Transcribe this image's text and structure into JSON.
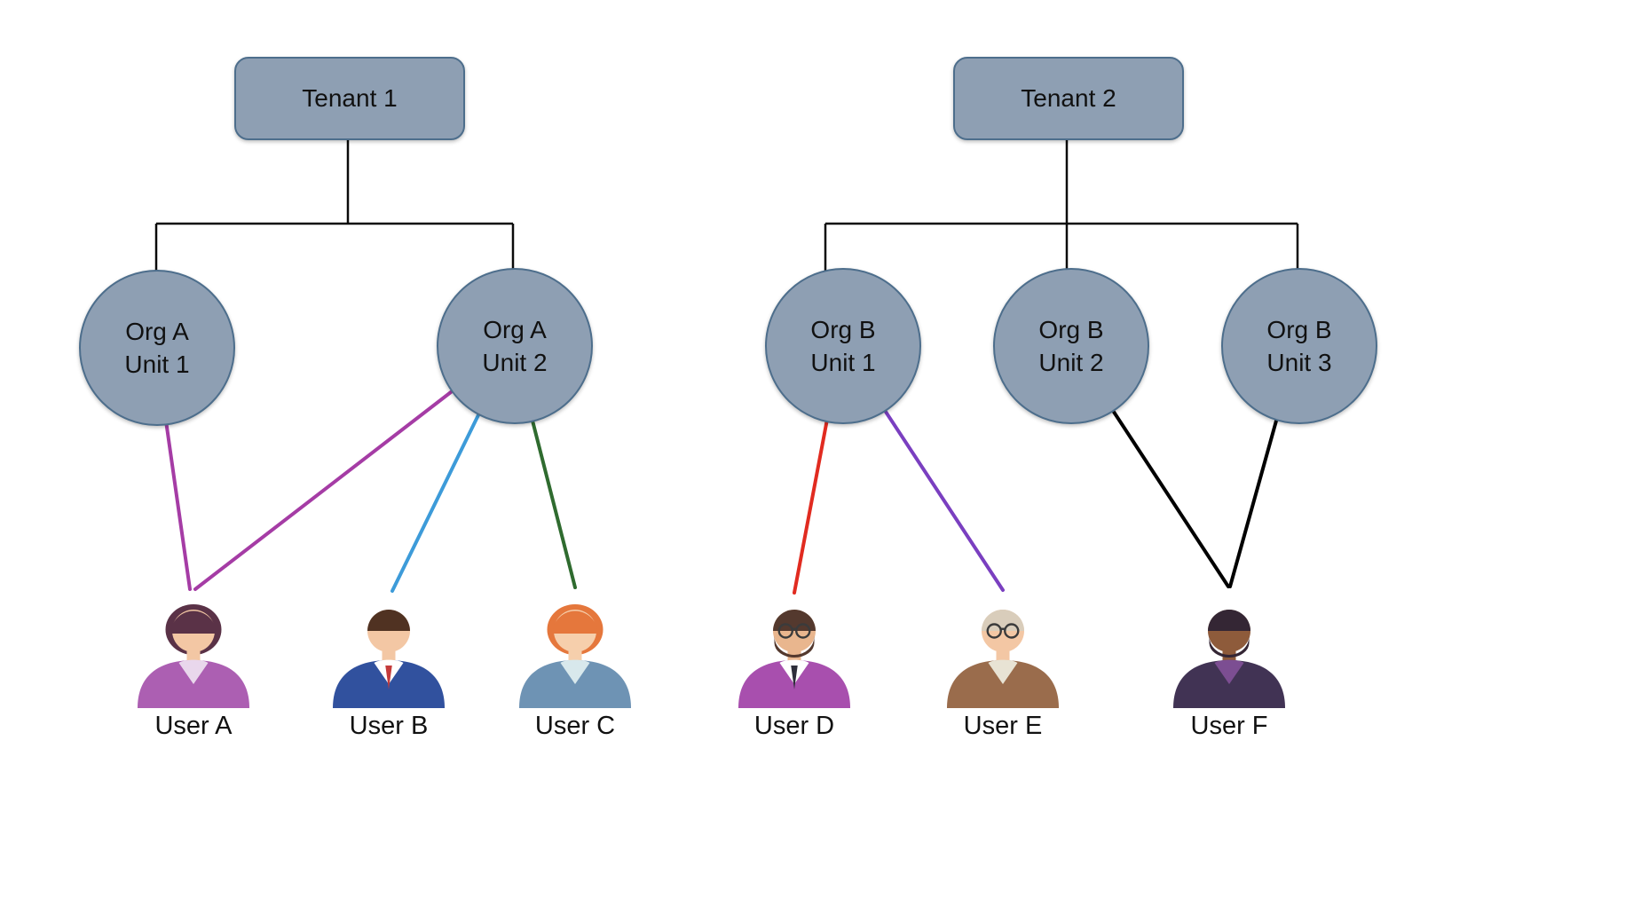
{
  "diagram": {
    "colors": {
      "background": "#FFFFFF",
      "text": "#111111",
      "node_fill": "#8E9FB3",
      "node_border": "#4D6E8C",
      "tree_line": "#0A0A0A"
    },
    "tenants": [
      {
        "label": "Tenant 1"
      },
      {
        "label": "Tenant 2"
      }
    ],
    "org_units": [
      {
        "line1": "Org A",
        "line2": "Unit 1"
      },
      {
        "line1": "Org A",
        "line2": "Unit 2"
      },
      {
        "line1": "Org B",
        "line2": "Unit 1"
      },
      {
        "line1": "Org B",
        "line2": "Unit 2"
      },
      {
        "line1": "Org B",
        "line2": "Unit 3"
      }
    ],
    "users": [
      {
        "label": "User A",
        "colors": {
          "skin": "#F3C7A4",
          "hair": "#5A3247",
          "jacket": "#AC5FB2",
          "inner": "#E9D7EC"
        }
      },
      {
        "label": "User B",
        "colors": {
          "skin": "#F3C7A4",
          "hair": "#503222",
          "jacket": "#31519E",
          "inner": "#FFFFFF",
          "tie": "#C43B3B"
        }
      },
      {
        "label": "User C",
        "colors": {
          "skin": "#F6CFAC",
          "hair": "#E5773C",
          "jacket": "#6E93B4",
          "inner": "#D8E8EC"
        }
      },
      {
        "label": "User D",
        "colors": {
          "skin": "#E9B68E",
          "hair": "#54392E",
          "jacket": "#A84FAE",
          "inner": "#FFFFFF",
          "tie": "#2E2E3A",
          "glasses": "#3B3B3B"
        }
      },
      {
        "label": "User E",
        "colors": {
          "skin": "#F3C7A4",
          "hair": "#D9CDBB",
          "jacket": "#9A6C4C",
          "inner": "#E8E3D4",
          "glasses": "#3B3B3B"
        }
      },
      {
        "label": "User F",
        "colors": {
          "skin": "#8E5B3B",
          "hair": "#342634",
          "jacket": "#413354",
          "inner": "#7C4E92"
        }
      }
    ],
    "edges": [
      {
        "name": "orgA-unit1-to-userA",
        "color": "#A53CA5"
      },
      {
        "name": "orgA-unit2-to-userA",
        "color": "#A53CA5"
      },
      {
        "name": "orgA-unit2-to-userB",
        "color": "#3D9BD9"
      },
      {
        "name": "orgA-unit2-to-userC",
        "color": "#2F6B2F"
      },
      {
        "name": "orgB-unit1-to-userD",
        "color": "#E12B20"
      },
      {
        "name": "orgB-unit1-to-userE",
        "color": "#7A3FC0"
      },
      {
        "name": "orgB-unit2-to-userF",
        "color": "#000000"
      },
      {
        "name": "orgB-unit3-to-userF",
        "color": "#000000"
      }
    ]
  }
}
